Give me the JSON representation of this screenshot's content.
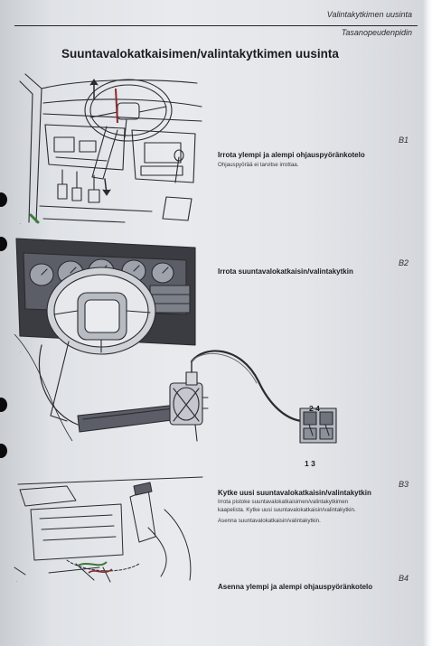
{
  "header": {
    "section": "Valintakytkimen uusinta",
    "subsection": "Tasanopeudenpidin"
  },
  "title": "Suuntavalokatkaisimen/valintakytkimen uusinta",
  "steps": [
    {
      "number": "B1",
      "heading": "Irrota ylempi ja alempi ohjauspyöränkotelo",
      "body": "Ohjauspyörää ei tarvitse irrottaa."
    },
    {
      "number": "B2",
      "heading": "Irrota suuntavalokatkaisin/valintakytkin",
      "body": ""
    },
    {
      "number": "B3",
      "heading": "Kytke uusi suuntavalokatkaisin/valintakytkin",
      "body_lines": [
        "Irrota pistoke suuntavalokatkaisimen/valintakytkimen",
        "kaapelista. Kytke uusi suuntavalokatkaisin/valintakytkin.",
        "Asenna suuntavalokatkaisin/valintakytkin."
      ]
    },
    {
      "number": "B4",
      "heading": "Asenna ylempi ja alempi ohjauspyöränkotelo",
      "body": ""
    }
  ],
  "connector_pins": {
    "top": "2 4",
    "bottom": "1 3"
  },
  "colors": {
    "paper": "#e4e6ea",
    "ink": "#1b1b22",
    "binder_hole": "#0b0b0e"
  }
}
